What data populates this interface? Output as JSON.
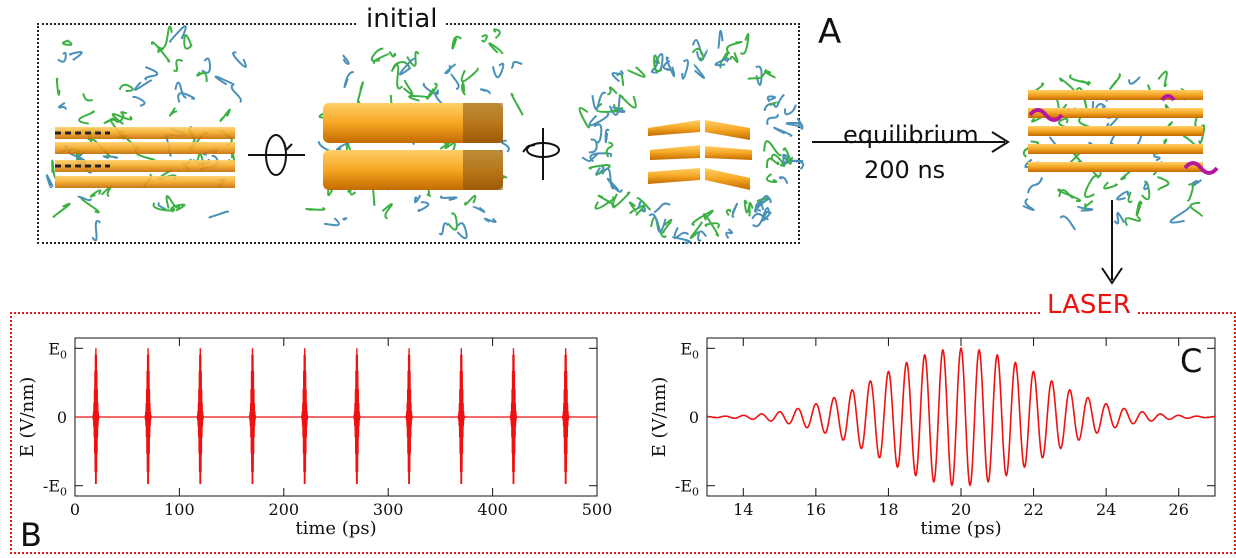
{
  "top": {
    "initial_label": "initial",
    "panel_label": "A",
    "equilibrium_label": "equilibrium",
    "equilibrium_time": "200 ns"
  },
  "laser": {
    "label": "LASER",
    "panel_b": "B",
    "panel_c": "C"
  },
  "colors": {
    "laser": "#ee1111",
    "strand": "#f5a623",
    "coil_green": "#3cb043",
    "coil_blue": "#4a90b8",
    "helix": "#b5179e"
  },
  "chart_data": [
    {
      "type": "line",
      "xlabel": "time (ps)",
      "ylabel": "E (V/nm)",
      "xlim": [
        0,
        500
      ],
      "xticks": [
        0,
        100,
        200,
        300,
        400,
        500
      ],
      "yticks": [
        "-E0",
        "0",
        "E0"
      ],
      "ylim": [
        -1.15,
        1.15
      ],
      "pulse_centers": [
        20,
        70,
        120,
        170,
        220,
        270,
        320,
        370,
        420,
        470
      ],
      "amplitude": 1.0
    },
    {
      "type": "line",
      "xlabel": "time (ps)",
      "ylabel": "E (V/nm)",
      "xlim": [
        13,
        27
      ],
      "xticks": [
        14,
        16,
        18,
        20,
        22,
        24,
        26
      ],
      "yticks": [
        "-E0",
        "0",
        "E0"
      ],
      "ylim": [
        -1.15,
        1.15
      ],
      "pulse_center": 20,
      "pulse_sigma": 2.2,
      "period": 0.5,
      "amplitude": 1.0
    }
  ]
}
